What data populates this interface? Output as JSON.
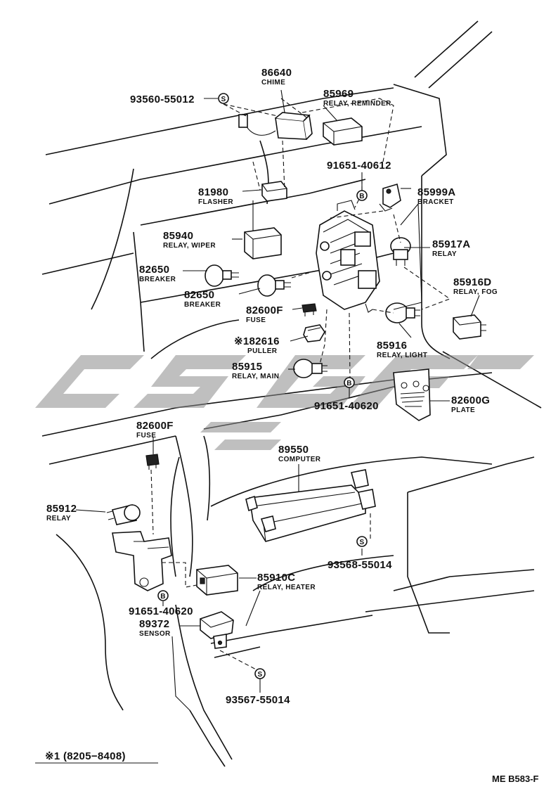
{
  "parts": [
    {
      "pn": "86640",
      "name": "CHIME"
    },
    {
      "pn": "93560-55012"
    },
    {
      "pn": "85969",
      "name": "RELAY, REMINDER"
    },
    {
      "pn": "91651-40612"
    },
    {
      "pn": "81980",
      "name": "FLASHER"
    },
    {
      "pn": "85999A",
      "name": "BRACKET"
    },
    {
      "pn": "85940",
      "name": "RELAY, WIPER"
    },
    {
      "pn": "85917A",
      "name": "RELAY"
    },
    {
      "pn": "82650",
      "name": "BREAKER"
    },
    {
      "pn": "82650",
      "name": "BREAKER"
    },
    {
      "pn": "85916D",
      "name": "RELAY, FOG"
    },
    {
      "pn": "82600F",
      "name": "FUSE"
    },
    {
      "pn": "※182616",
      "name": "PULLER"
    },
    {
      "pn": "85916",
      "name": "RELAY, LIGHT"
    },
    {
      "pn": "85915",
      "name": "RELAY, MAIN"
    },
    {
      "pn": "91651-40620"
    },
    {
      "pn": "82600G",
      "name": "PLATE"
    },
    {
      "pn": "82600F",
      "name": "FUSE"
    },
    {
      "pn": "89550",
      "name": "COMPUTER"
    },
    {
      "pn": "85912",
      "name": "RELAY"
    },
    {
      "pn": "93568-55014"
    },
    {
      "pn": "85910C",
      "name": "RELAY, HEATER"
    },
    {
      "pn": "91651-40620"
    },
    {
      "pn": "89372",
      "name": "SENSOR"
    },
    {
      "pn": "93567-55014"
    }
  ],
  "markers": {
    "s": "S",
    "b": "B"
  },
  "footnote": "※1  (8205−8408)",
  "code": "ME B583-F"
}
